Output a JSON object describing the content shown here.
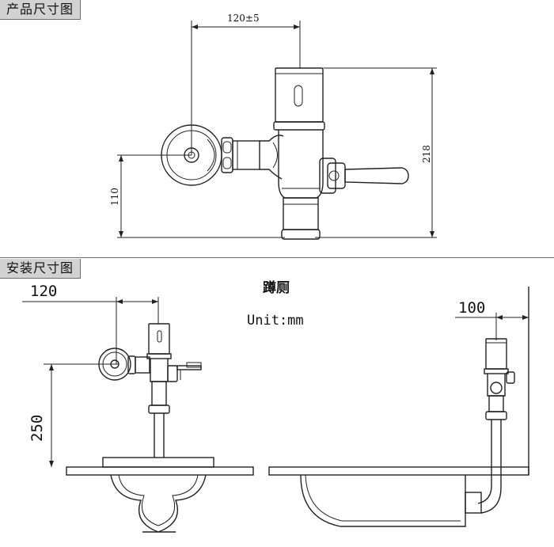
{
  "sections": {
    "product_dimensions": "产品尺寸图",
    "install_dimensions": "安装尺寸图"
  },
  "product": {
    "dim_width": "120±5",
    "dim_height": "218",
    "dim_center": "110"
  },
  "install": {
    "title": "蹲厕",
    "unit": "Unit:mm",
    "dim_offset": "120",
    "dim_height": "250",
    "dim_wall": "100"
  }
}
